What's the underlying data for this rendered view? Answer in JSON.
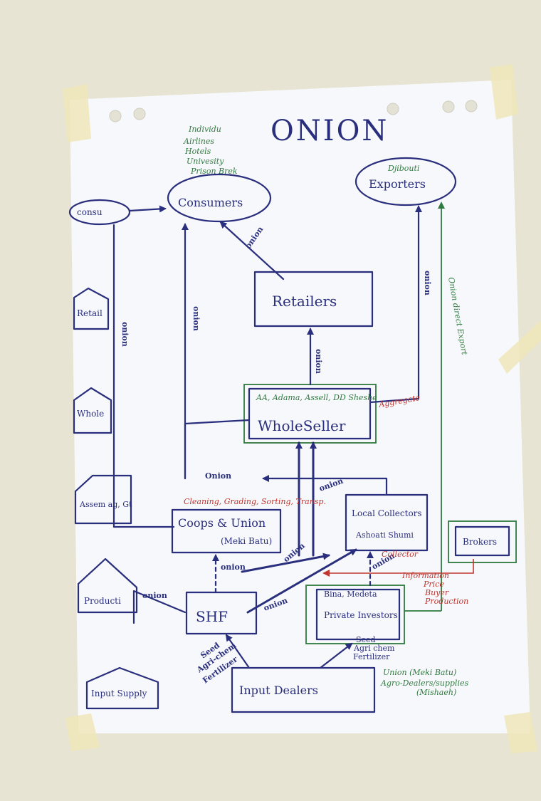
{
  "title": "ONION",
  "consumer_types": [
    "Individu",
    "Airlines",
    "Hotels",
    "Univesity",
    "Prison Brek"
  ],
  "nodes": {
    "consumers": "Consumers",
    "exporters": "Exporters",
    "exporters_note": "Djibouti",
    "consu": "consu",
    "retailers": "Retailers",
    "wholesellers": "WholeSeller",
    "wholesellers_note": "AA, Adama, Assell, DD Sheshe",
    "coops": "Coops & Union",
    "coops_note": "(Meki Batu)",
    "local_collectors": "Local Collectors",
    "local_collectors_note": "Ashoati Shumi",
    "brokers": "Brokers",
    "shf": "SHF",
    "private_investors": "Private Investors",
    "input_dealers": "Input Dealers"
  },
  "side_boxes": [
    "Retail",
    "Whole",
    "Assem ag, Gt",
    "Producti",
    "Input Supply"
  ],
  "flow_labels": {
    "onion": "onion",
    "onion_cap": "Onion",
    "onion_direct_export": "Onion direct Export",
    "aggregate": "Aggregate",
    "cleaning": "Cleaning, Grading, Sorting, Transp.",
    "collector": "Collector",
    "information": "Information",
    "information_items": [
      "Price",
      "Buyer",
      "Production"
    ],
    "bina_medeta": "Bina, Medeta",
    "shf_inputs": [
      "Seed",
      "Agri-chem",
      "Fertilizer"
    ],
    "pi_inputs": [
      "Seed",
      "Agri chem",
      "Fertilizer"
    ],
    "input_dealer_types": [
      "Union (Meki Batu)",
      "Agro-Dealers/supplies",
      "(Mishaeh)"
    ]
  },
  "colors": {
    "ink_blue": "#2a2f7d",
    "ink_green": "#2f7a3f",
    "ink_red": "#c0352f",
    "paper": "#f7f8fb",
    "wall": "#e7e4d3"
  }
}
